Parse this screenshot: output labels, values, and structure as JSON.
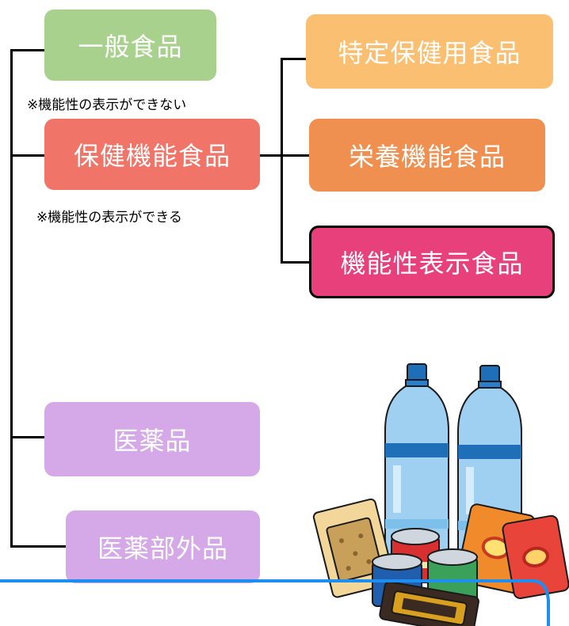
{
  "categories": {
    "general_food": "一般食品",
    "health_function_food": "保健機能食品",
    "medicine": "医薬品",
    "quasi_drug": "医薬部外品"
  },
  "subcategories": {
    "specified_health_use": "特定保健用食品",
    "nutrient_function": "栄養機能食品",
    "function_claim": "機能性表示食品"
  },
  "notes": {
    "cannot_display": "※機能性の表示ができない",
    "can_display": "※機能性の表示ができる"
  },
  "colors": {
    "general_food": "#a9d18e",
    "health_function_food": "#f07467",
    "specified_health_use": "#fbbf72",
    "nutrient_function": "#f09050",
    "function_claim": "#e8407a",
    "medicine_quasi": "#d5a8e8",
    "bottom_panel_border": "#1e8ff0"
  },
  "icons": [
    "bottles-and-food-illustration"
  ]
}
